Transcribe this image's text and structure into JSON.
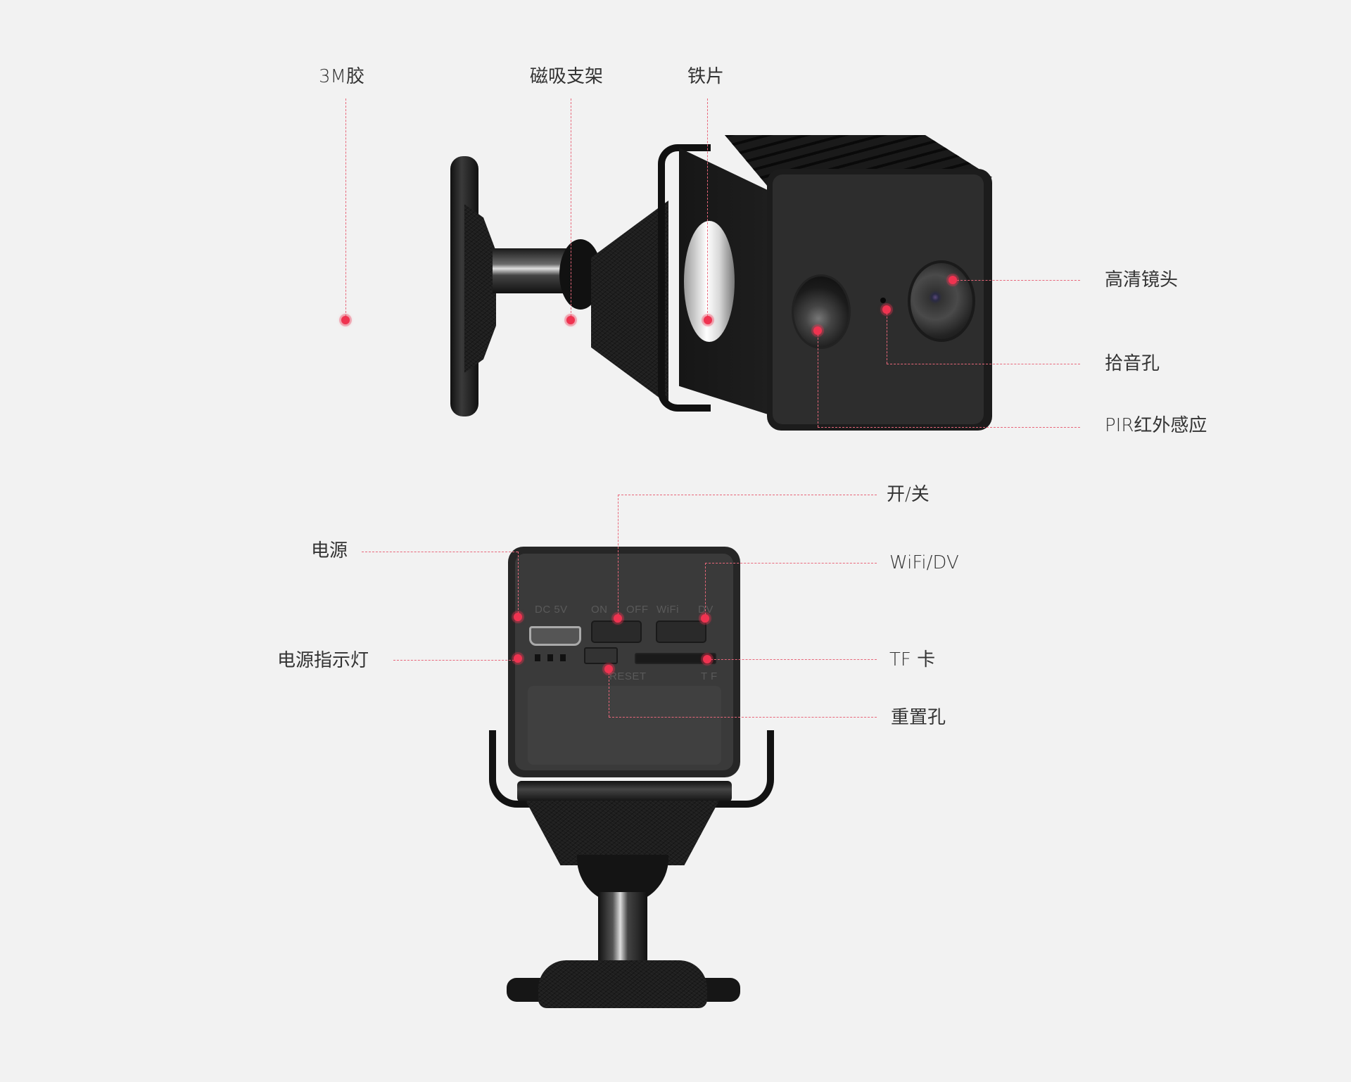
{
  "colors": {
    "background": "#f2f2f2",
    "accent": "#ef3350",
    "text": "#333333",
    "camera_body": "#2a2a2a"
  },
  "top_view": {
    "labels": {
      "adhesive": "3M胶",
      "magnetic_mount": "磁吸支架",
      "iron_plate": "铁片",
      "hd_lens": "高清镜头",
      "microphone": "拾音孔",
      "pir_sensor": "PIR红外感应"
    }
  },
  "back_view": {
    "labels": {
      "power": "电源",
      "power_indicator": "电源指示灯",
      "on_off": "开/关",
      "wifi_dv": "WiFi/DV",
      "tf_card": "TF 卡",
      "reset_hole": "重置孔"
    },
    "panel_text": {
      "dc": "DC 5V",
      "on": "ON",
      "off": "OFF",
      "wifi": "WiFi",
      "dv": "DV",
      "reset": "RESET",
      "tf": "T F"
    }
  }
}
